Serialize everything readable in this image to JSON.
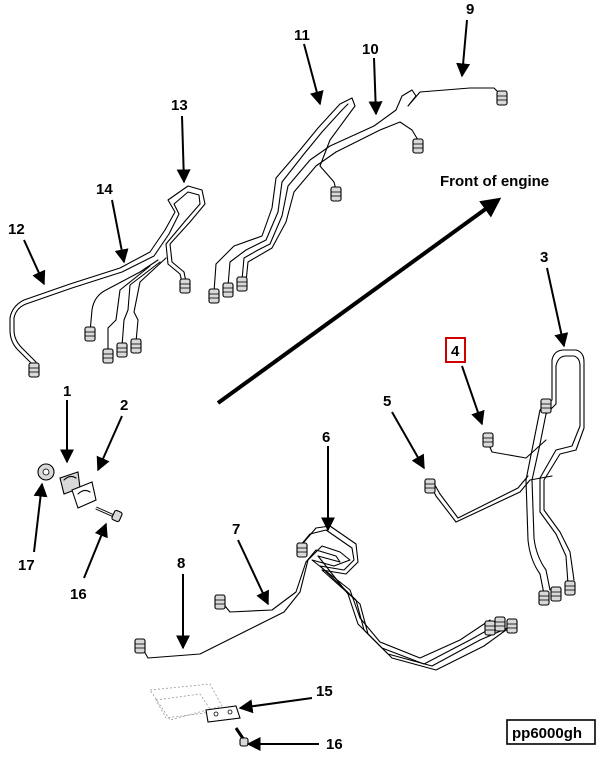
{
  "figure_code": "pp6000gh",
  "orientation_label": "Front of engine",
  "highlighted_callout": "4",
  "callouts": {
    "c1": "1",
    "c2": "2",
    "c3": "3",
    "c4": "4",
    "c5": "5",
    "c6": "6",
    "c7": "7",
    "c8": "8",
    "c9": "9",
    "c10": "10",
    "c11": "11",
    "c12": "12",
    "c13": "13",
    "c14": "14",
    "c15": "15",
    "c16a": "16",
    "c16b": "16",
    "c17": "17"
  },
  "colors": {
    "line": "#000000",
    "highlight_box": "#d00000",
    "background": "#ffffff"
  }
}
